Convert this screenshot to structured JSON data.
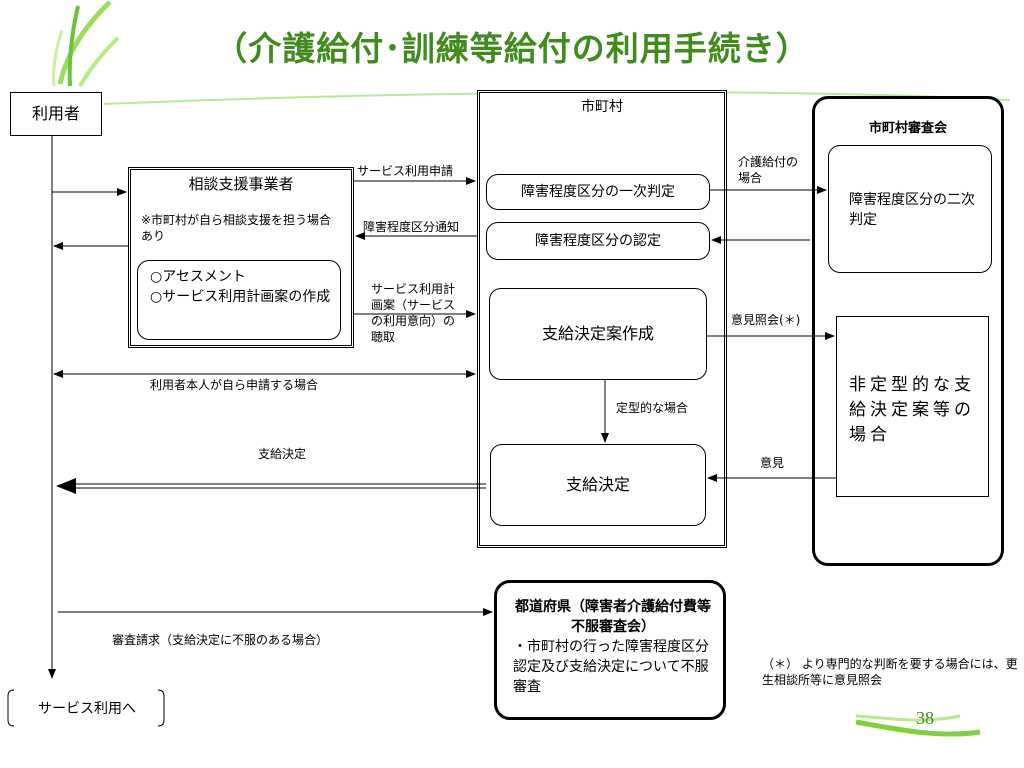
{
  "title": "（介護給付･訓練等給付の利用手続き）",
  "user": "利用者",
  "municipality": {
    "heading": "市町村",
    "primary_judgment": "障害程度区分の一次判定",
    "certification": "障害程度区分の認定",
    "plan_drafting": "支給決定案作成",
    "decision": "支給決定"
  },
  "review_board": {
    "heading": "市町村審査会",
    "secondary_judgment": "障害程度区分の二次判定",
    "non_standard": "非定型的な支給決定案等の場合"
  },
  "consultant": {
    "heading": "相談支援事業者",
    "note": "※市町村が自ら相談支援を担う場合あり",
    "item1": "○アセスメント",
    "item2": "○サービス利用計画案の作成"
  },
  "prefecture": {
    "heading": "都道府県（障害者介護給付費等不服審査会）",
    "body": "・市町村の行った障害程度区分認定及び支給決定について不服審査"
  },
  "labels": {
    "service_application": "サービス利用申請",
    "classification_notice": "障害程度区分通知",
    "plan_hearing": "サービス利用計画案（サービスの利用意向）の聴取",
    "self_application": "利用者本人が自ら申請する場合",
    "decision_to_user": "支給決定",
    "nursing_case": "介護給付の場合",
    "opinion_inquiry": "意見照会(＊)",
    "standard_case": "定型的な場合",
    "opinion": "意見",
    "appeal": "審査請求（支給決定に不服のある場合）",
    "to_service": "サービス利用へ"
  },
  "footnote": "（＊） より専門的な判断を要する場合には、更生相談所等に意見照会",
  "page_number": "38",
  "colors": {
    "title_green": "#3f8c1c",
    "deco_green": "#7fd13b"
  }
}
